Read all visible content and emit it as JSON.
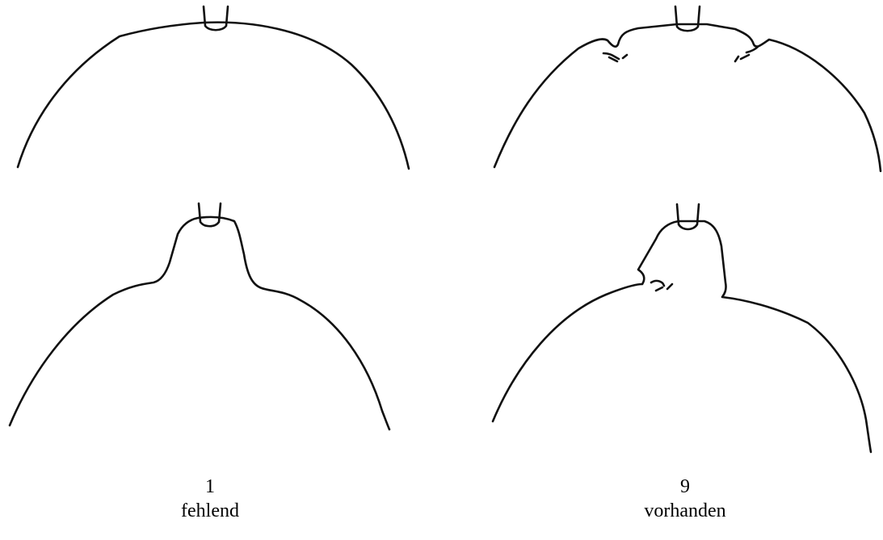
{
  "columns": [
    {
      "score": "1",
      "label": "fehlend"
    },
    {
      "score": "9",
      "label": "vorhanden"
    }
  ]
}
